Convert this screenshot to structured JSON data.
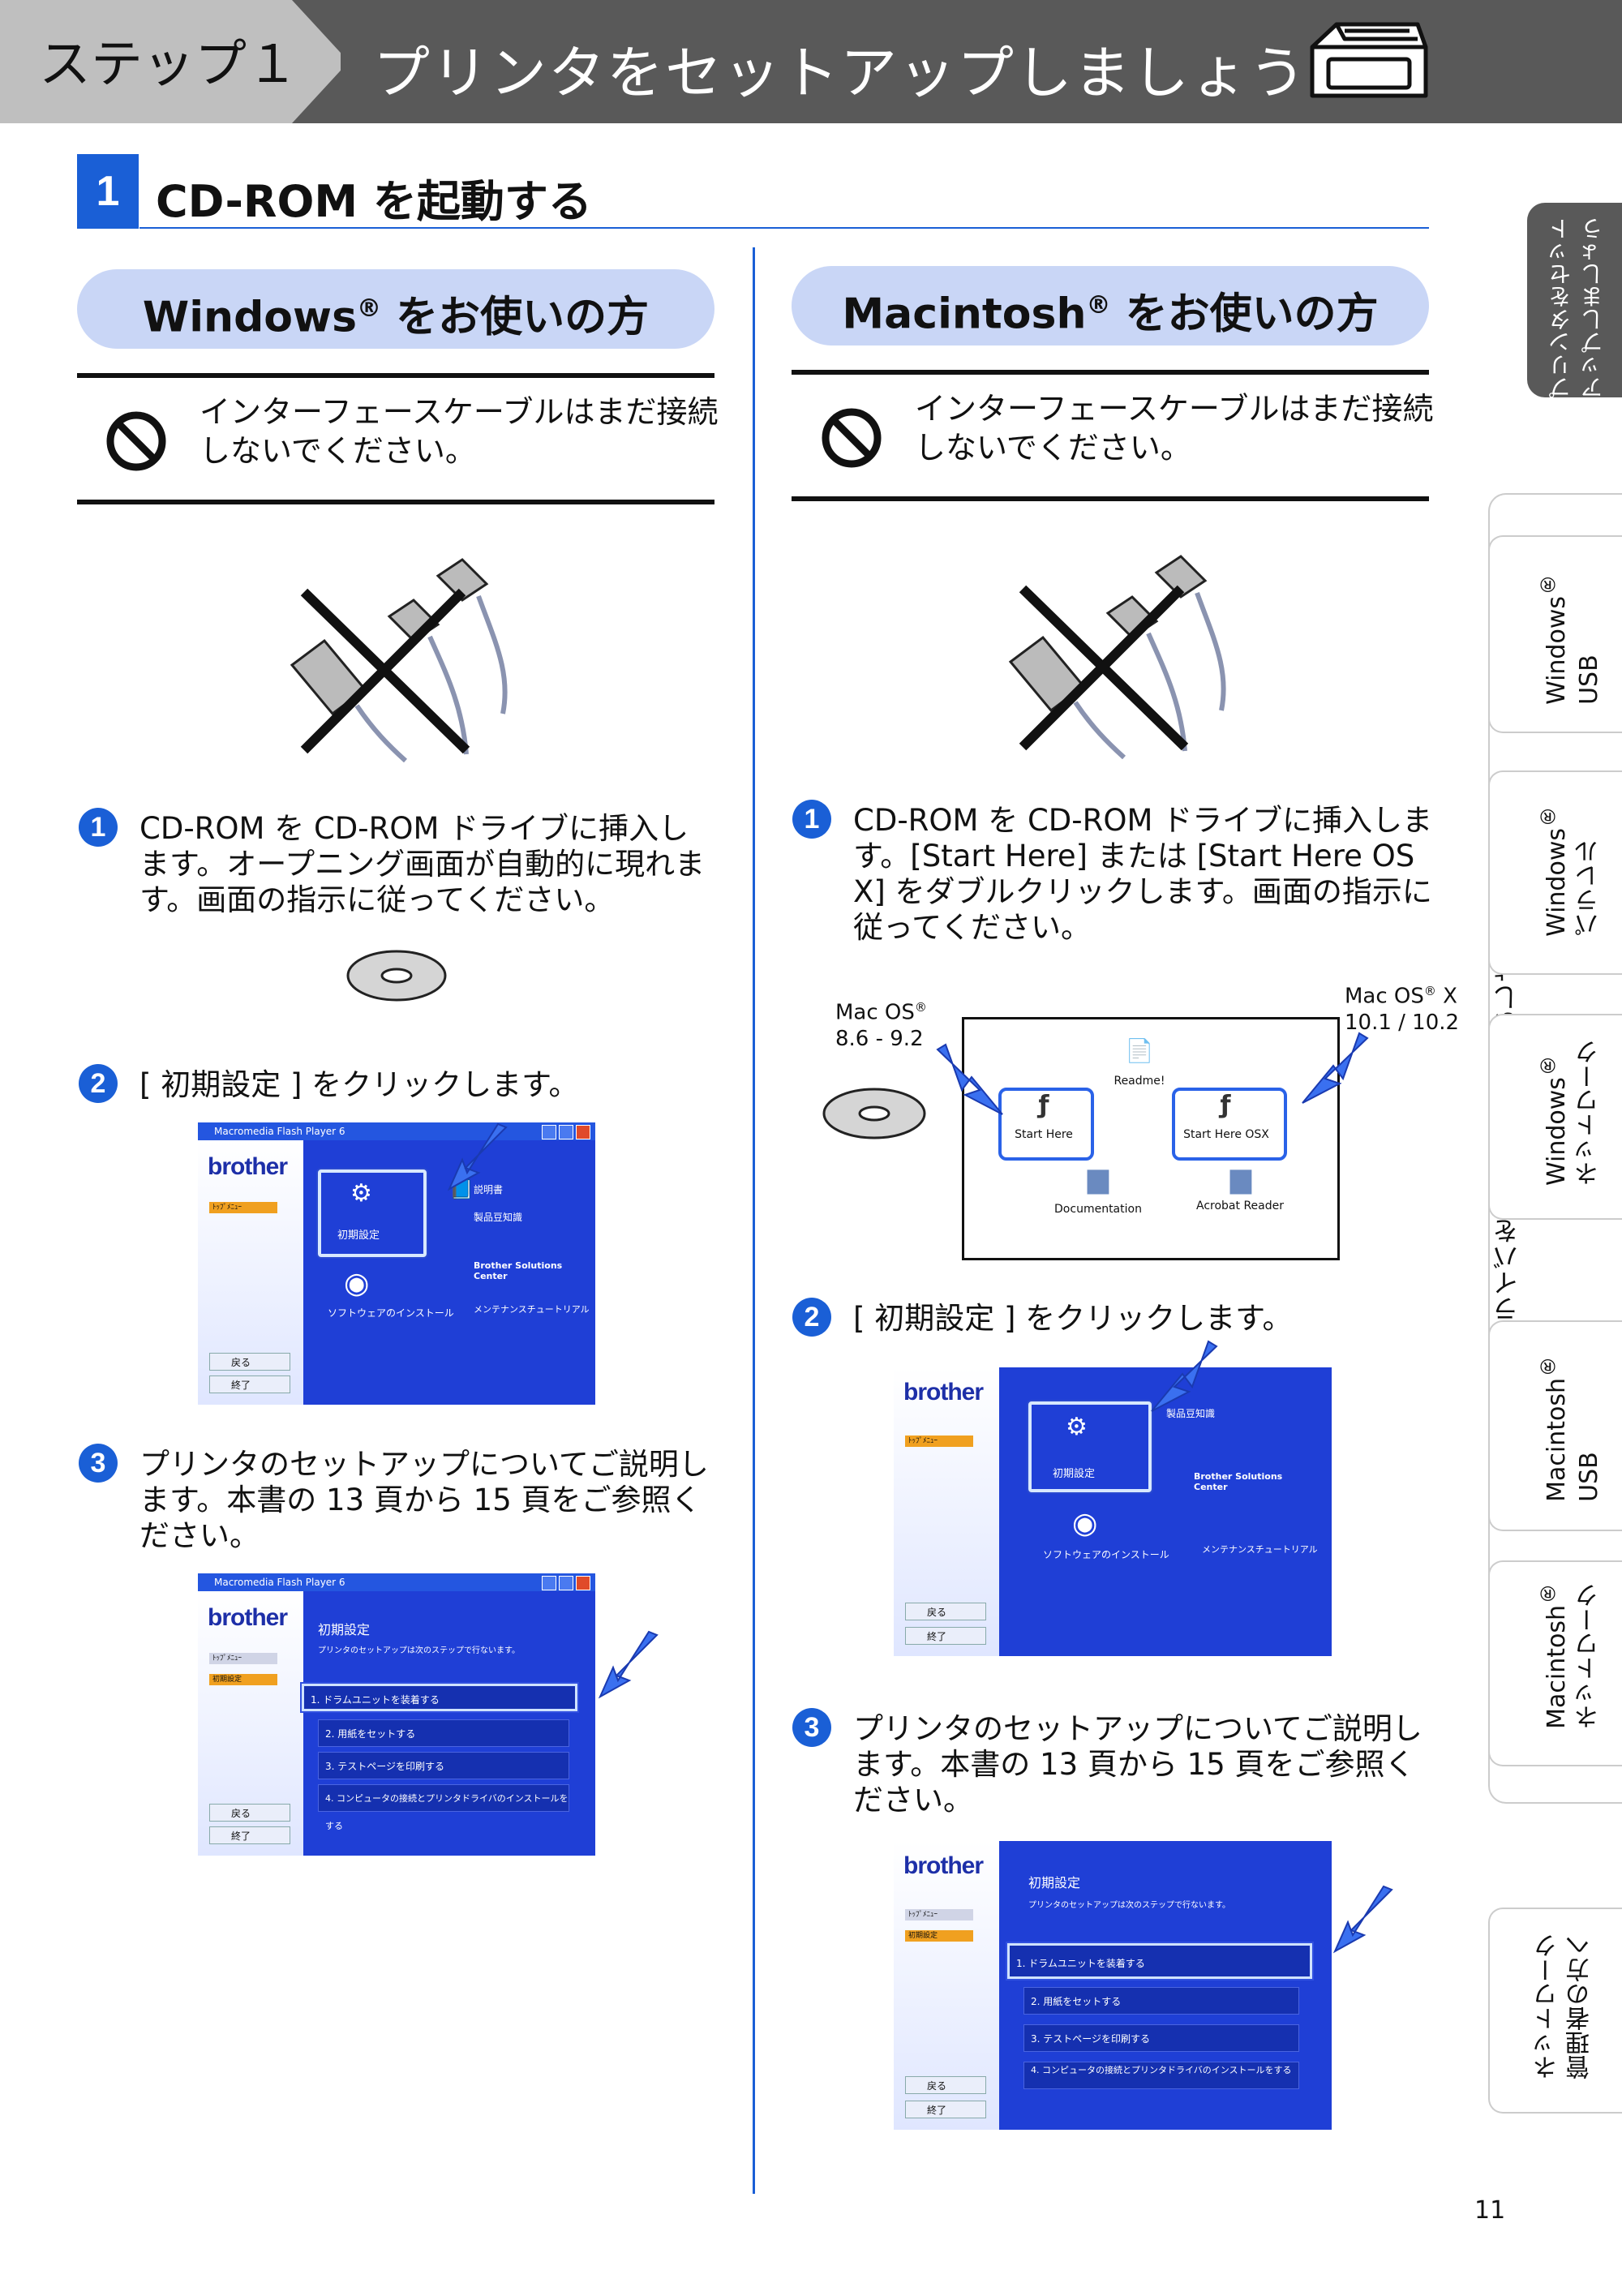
{
  "header": {
    "step": "ステップ１",
    "title": "プリンタをセットアップしましょう"
  },
  "section": {
    "number": "1",
    "title": "CD-ROM を起動する"
  },
  "windows": {
    "pill_brand": "Windows",
    "pill_reg": "®",
    "pill_rest": " をお使いの方",
    "warning": "インターフェースケーブルはまだ接続しないでください。",
    "steps": [
      {
        "num": "1",
        "text": "CD-ROM を CD-ROM ドライブに挿入します。オープニング画面が自動的に現れます。画面の指示に従ってください。"
      },
      {
        "num": "2",
        "text": "[ 初期設定 ] をクリックします。"
      },
      {
        "num": "3",
        "text": "プリンタのセットアップについてご説明します。本書の 13 頁から 15 頁をご参照ください。"
      }
    ],
    "screen1": {
      "titlebar": "Macromedia Flash Player 6",
      "brand": "brother",
      "menu_tag": "ﾄｯﾌﾟﾒﾆｭｰ",
      "items": [
        "初期設定",
        "説明書",
        "製品豆知識",
        "Brother Solutions Center",
        "ソフトウェアのインストール",
        "メンテナンスチュートリアル"
      ],
      "back": "戻る",
      "exit": "終了"
    },
    "screen2": {
      "titlebar": "Macromedia Flash Player 6",
      "brand": "brother",
      "menu_top": "ﾄｯﾌﾟﾒﾆｭｰ",
      "menu_current": "初期設定",
      "title": "初期設定",
      "subtitle": "プリンタのセットアップは次のステップで行ないます。",
      "rows": [
        "1. ドラムユニットを装着する",
        "2. 用紙をセットする",
        "3. テストページを印刷する",
        "4. コンピュータの接続とプリンタドライバのインストールをする"
      ],
      "back": "戻る",
      "exit": "終了"
    }
  },
  "mac": {
    "pill_brand": "Macintosh",
    "pill_reg": "®",
    "pill_rest": " をお使いの方",
    "warning": "インターフェースケーブルはまだ接続しないでください。",
    "steps": [
      {
        "num": "1",
        "text": "CD-ROM を CD-ROM ドライブに挿入します。[Start Here] または [Start Here OS X] をダブルクリックします。画面の指示に従ってください。"
      },
      {
        "num": "2",
        "text": "[ 初期設定 ] をクリックします。"
      },
      {
        "num": "3",
        "text": "プリンタのセットアップについてご説明します。本書の 13 頁から 15 頁をご参照ください。"
      }
    ],
    "os_left_name": "Mac OS",
    "os_left_reg": "®",
    "os_left_ver": "8.6 - 9.2",
    "os_right_name": "Mac OS",
    "os_right_reg": "®",
    "os_right_suffix": " X",
    "os_right_ver": "10.1 / 10.2",
    "cd_icons": [
      "Readme!",
      "Start Here",
      "Start Here OSX",
      "Documentation",
      "Acrobat Reader"
    ],
    "screen1": {
      "brand": "brother",
      "menu_tag": "ﾄｯﾌﾟﾒﾆｭｰ",
      "items": [
        "初期設定",
        "製品豆知識",
        "Brother Solutions Center",
        "ソフトウェアのインストール",
        "メンテナンスチュートリアル"
      ],
      "back": "戻る",
      "exit": "終了"
    },
    "screen2": {
      "brand": "brother",
      "menu_top": "ﾄｯﾌﾟﾒﾆｭｰ",
      "menu_current": "初期設定",
      "title": "初期設定",
      "subtitle": "プリンタのセットアップは次のステップで行ないます。",
      "rows": [
        "1. ドラムユニットを装着する",
        "2. 用紙をセットする",
        "3. テストページを印刷する",
        "4. コンピュータの接続とプリンタドライバのインストールをする"
      ],
      "back": "戻る",
      "exit": "終了"
    }
  },
  "side_tabs": {
    "top": "プリンタをセット\nアップしましょう",
    "driver_caption": "ドライバをインストールしましょう",
    "tabs": [
      {
        "line1": "Windows",
        "line2": "USB"
      },
      {
        "line1": "Windows",
        "line2": "パラレル"
      },
      {
        "line1": "Windows",
        "line2": "ネットワーク"
      },
      {
        "line1": "Macintosh",
        "line2": "USB"
      },
      {
        "line1": "Macintosh",
        "line2": "ネットワーク"
      }
    ],
    "reg": "®",
    "bottom": "ネットワーク\n管理者の方へ"
  },
  "page_number": "11",
  "colors": {
    "accent": "#1a5fd6",
    "header": "#595959",
    "pill": "#c9d6f6",
    "screen": "#1f3fd6"
  }
}
